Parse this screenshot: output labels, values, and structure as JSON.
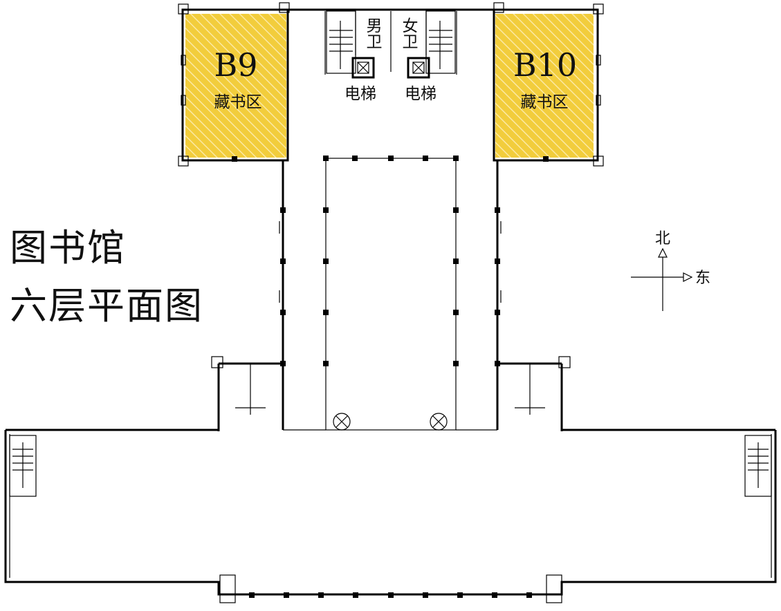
{
  "title": {
    "line1": "图书馆",
    "line2": "六层平面图"
  },
  "rooms": [
    {
      "code": "B9",
      "label": "藏书区",
      "highlight_color": "#f2cd3c"
    },
    {
      "code": "B10",
      "label": "藏书区",
      "highlight_color": "#f2cd3c"
    }
  ],
  "facilities": {
    "mens_restroom": "男卫",
    "womens_restroom": "女卫",
    "elevator_1": "电梯",
    "elevator_2": "电梯"
  },
  "compass": {
    "north": "北",
    "east": "东"
  },
  "colors": {
    "wall": "#000000",
    "highlight": "#f2cd3c",
    "highlight_stripe": "#ffffff"
  }
}
